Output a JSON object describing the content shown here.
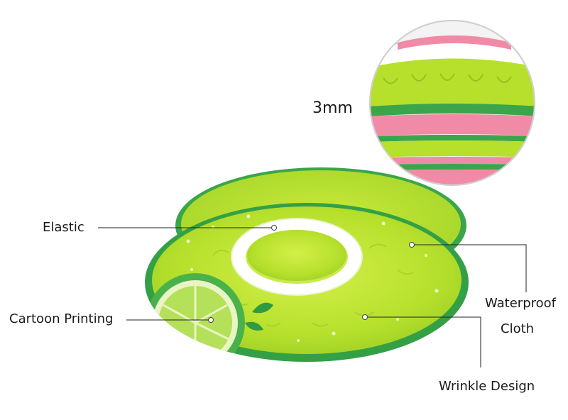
{
  "labels": {
    "thickness": "3mm",
    "elastic": "Elastic",
    "cartoon_printing": "Cartoon Printing",
    "waterproof_line1": "Waterproof",
    "waterproof_line2": "Cloth",
    "wrinkle_design": "Wrinkle Design"
  },
  "colors": {
    "background": "#ffffff",
    "lime_fabric": "#b6e02c",
    "green_trim": "#3aa54a",
    "dark_green": "#238a3a",
    "pink_layer": "#f08aa6",
    "elastic_white": "#ffffff",
    "leader_line": "#222222"
  }
}
